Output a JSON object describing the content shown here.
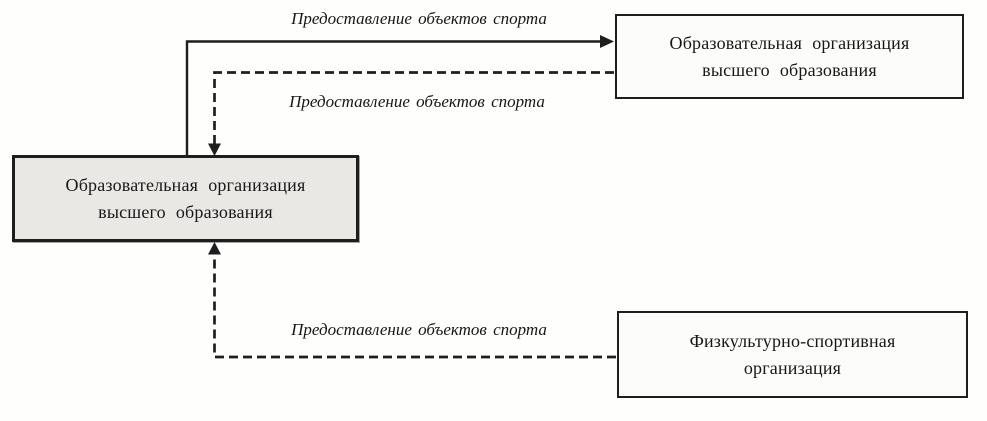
{
  "colors": {
    "line": "#1e1e1e",
    "border": "#1e1e1e",
    "text": "#171717",
    "left_box_fill": "#e9e8e5",
    "right_box_fill": "#fcfcfa",
    "background": "#fefefd"
  },
  "diagram": {
    "nodes": {
      "university_left": {
        "line1": "Образовательная организация",
        "line2": "высшего образования"
      },
      "university_right": {
        "line1": "Образовательная организация",
        "line2": "высшего образования"
      },
      "sports_org": {
        "line1": "Физкультурно-спортивная",
        "line2": "организация"
      }
    },
    "edge_labels": {
      "top": "Предоставление объектов спорта",
      "middle": "Предоставление объектов спорта",
      "bottom": "Предоставление объектов спорта"
    }
  }
}
